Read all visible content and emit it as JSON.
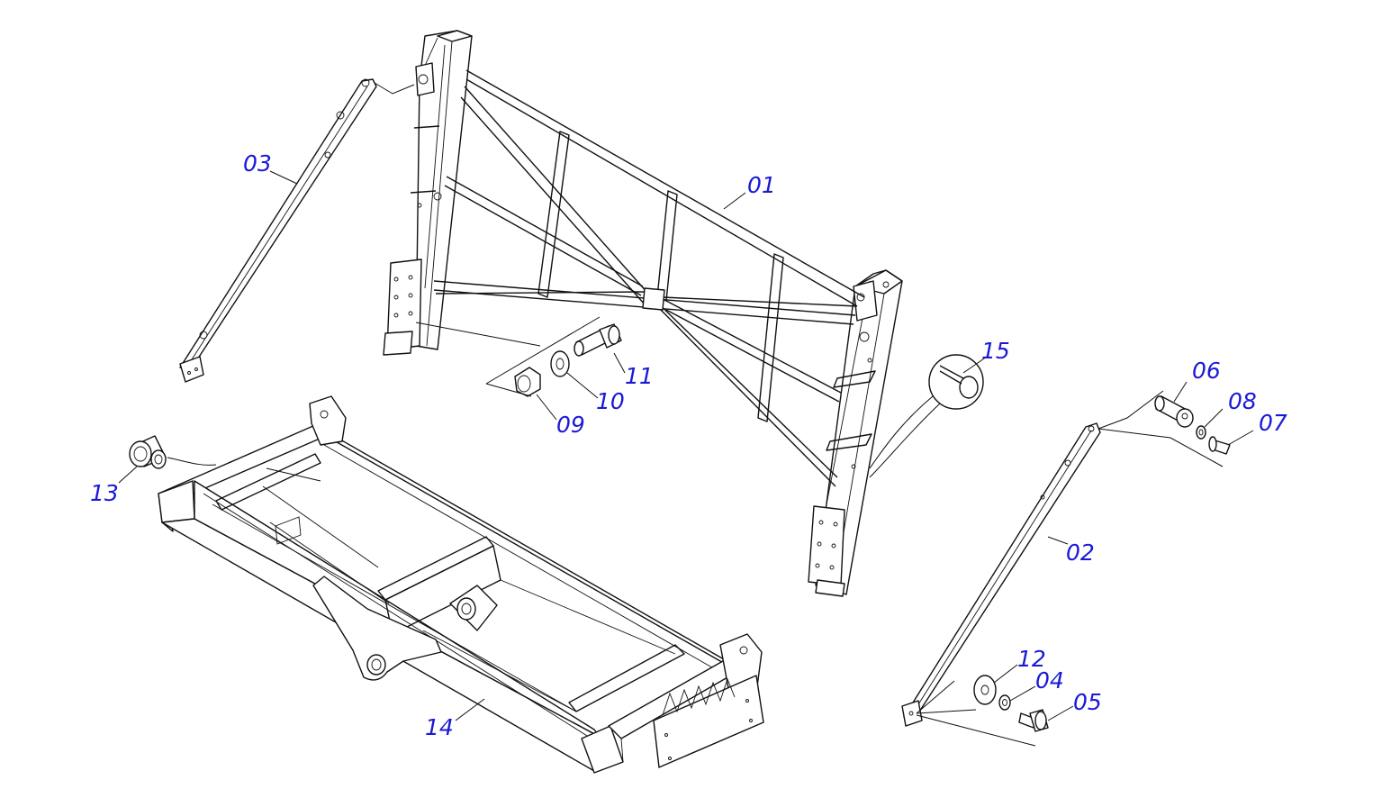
{
  "callouts": {
    "c01": "01",
    "c02": "02",
    "c03": "03",
    "c04": "04",
    "c05": "05",
    "c06": "06",
    "c07": "07",
    "c08": "08",
    "c09": "09",
    "c10": "10",
    "c11": "11",
    "c12": "12",
    "c13": "13",
    "c14": "14",
    "c15": "15"
  },
  "colors": {
    "callout": "#1a1ad6",
    "line": "#111111",
    "background": "#ffffff"
  }
}
